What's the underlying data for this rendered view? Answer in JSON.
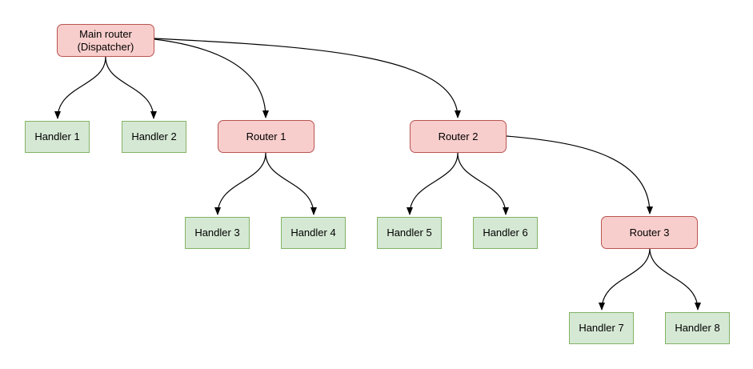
{
  "diagram": {
    "type": "tree-flowchart",
    "colors": {
      "router_fill": "#f8cecc",
      "router_border": "#b85450",
      "handler_fill": "#d5e8d4",
      "handler_border": "#82b366",
      "edge": "#000000",
      "text": "#000000",
      "background": "#ffffff"
    },
    "nodes": {
      "main": {
        "line1": "Main router",
        "line2": "(Dispatcher)",
        "type": "router"
      },
      "handler1": {
        "label": "Handler 1",
        "type": "handler"
      },
      "handler2": {
        "label": "Handler 2",
        "type": "handler"
      },
      "router1": {
        "label": "Router 1",
        "type": "router"
      },
      "router2": {
        "label": "Router 2",
        "type": "router"
      },
      "handler3": {
        "label": "Handler 3",
        "type": "handler"
      },
      "handler4": {
        "label": "Handler 4",
        "type": "handler"
      },
      "handler5": {
        "label": "Handler 5",
        "type": "handler"
      },
      "handler6": {
        "label": "Handler 6",
        "type": "handler"
      },
      "router3": {
        "label": "Router 3",
        "type": "router"
      },
      "handler7": {
        "label": "Handler 7",
        "type": "handler"
      },
      "handler8": {
        "label": "Handler 8",
        "type": "handler"
      }
    },
    "edges": [
      {
        "from": "main",
        "to": "handler1"
      },
      {
        "from": "main",
        "to": "handler2"
      },
      {
        "from": "main",
        "to": "router1"
      },
      {
        "from": "main",
        "to": "router2"
      },
      {
        "from": "router1",
        "to": "handler3"
      },
      {
        "from": "router1",
        "to": "handler4"
      },
      {
        "from": "router2",
        "to": "handler5"
      },
      {
        "from": "router2",
        "to": "handler6"
      },
      {
        "from": "router2",
        "to": "router3"
      },
      {
        "from": "router3",
        "to": "handler7"
      },
      {
        "from": "router3",
        "to": "handler8"
      }
    ]
  }
}
